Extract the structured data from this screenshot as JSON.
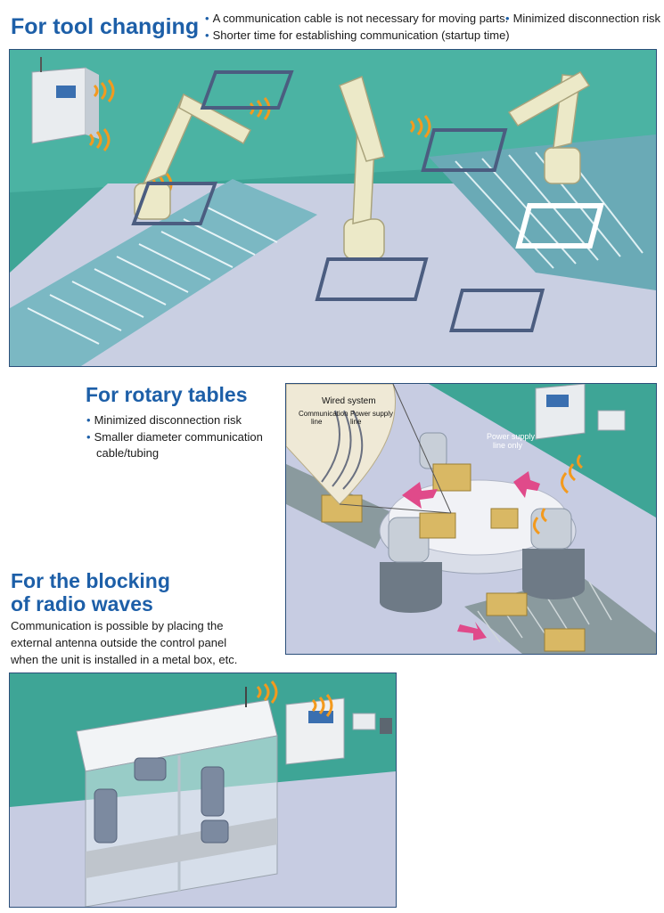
{
  "tool_changing": {
    "title": "For tool changing",
    "bullets": [
      "A communication cable is not necessary for moving parts.",
      "Minimized disconnection risk",
      "Shorter time for establishing communication (startup time)"
    ]
  },
  "rotary": {
    "title": "For rotary tables",
    "bullets": [
      "Minimized disconnection risk",
      "Smaller diameter communication",
      "cable/tubing"
    ],
    "callout_title": "Wired system",
    "callout_label_a": "Communication",
    "callout_label_a2": "line",
    "callout_label_b": "Power supply",
    "callout_label_b2": "line",
    "power_only_1": "Power supply",
    "power_only_2": "line only"
  },
  "blocking": {
    "title_line1": "For the blocking",
    "title_line2": "of radio waves",
    "desc": [
      "Communication is possible by placing the",
      "external antenna outside the control panel",
      "when the unit is installed in a metal box, etc."
    ]
  },
  "colors": {
    "accent": "#1d5fa8",
    "teal": "#2f9a8c",
    "wave": "#f39a1e"
  },
  "icons": [
    "bullet-dot",
    "antenna-icon",
    "control-panel-icon",
    "robot-arm-icon",
    "conveyor-icon",
    "wave-signal-icon",
    "box-icon",
    "arrow-icon"
  ]
}
